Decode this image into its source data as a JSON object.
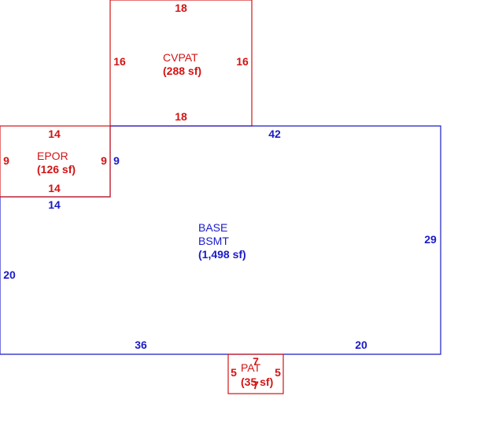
{
  "colors": {
    "main_area": "#1a1ac8",
    "sub_area": "#d21414"
  },
  "areas": {
    "base": {
      "code": "BASE",
      "subcode": "BSMT",
      "area": "(1,498 sf)",
      "dims": {
        "top": "42",
        "right": "29",
        "bottom_left": "36",
        "bottom_right": "20",
        "left": "20",
        "notch_h": "14",
        "notch_v": "9"
      }
    },
    "cvpat": {
      "code": "CVPAT",
      "area": "(288 sf)",
      "dims": {
        "top": "18",
        "bottom": "18",
        "left": "16",
        "right": "16"
      }
    },
    "epor": {
      "code": "EPOR",
      "area": "(126 sf)",
      "dims": {
        "top": "14",
        "bottom": "14",
        "left": "9",
        "right": "9"
      }
    },
    "pat": {
      "code": "PAT",
      "area": "(35 sf)",
      "dims": {
        "top": "7",
        "bottom": "7",
        "left": "5",
        "right": "5"
      }
    }
  }
}
